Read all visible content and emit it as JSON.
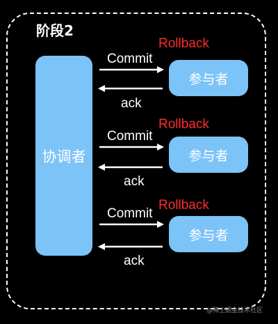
{
  "stage": {
    "title": "阶段2"
  },
  "coordinator": {
    "label": "协调者"
  },
  "participants": [
    {
      "label": "参与者",
      "commit_label": "Commit",
      "rollback_label": "Rollback",
      "ack_label": "ack"
    },
    {
      "label": "参与者",
      "commit_label": "Commit",
      "rollback_label": "Rollback",
      "ack_label": "ack"
    },
    {
      "label": "参与者",
      "commit_label": "Commit",
      "rollback_label": "Rollback",
      "ack_label": "ack"
    }
  ],
  "watermark": "@稀土掘金技术社区",
  "colors": {
    "box": "#7cc3f7",
    "rollback": "#ff2a2a",
    "background": "#000000",
    "arrow": "#ffffff"
  }
}
